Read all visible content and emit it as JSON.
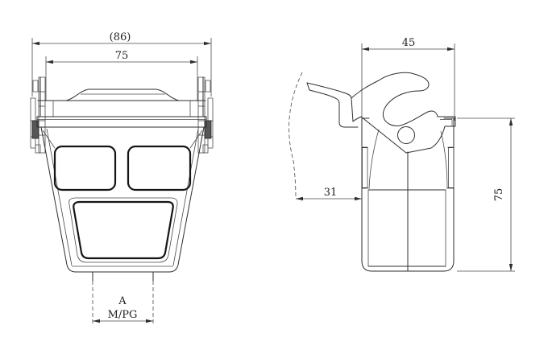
{
  "drawing": {
    "type": "technical-drawing",
    "background": "#ffffff",
    "line_color": "#2e2e2e",
    "pin_fill_color": "#565656",
    "front_view": {
      "dimensions": {
        "overall_width": "(86)",
        "body_width": "75",
        "cable_entry": {
          "line1": "A",
          "line2": "M/PG"
        }
      }
    },
    "side_view": {
      "dimensions": {
        "depth": "45",
        "lever_offset": "31",
        "height": "75"
      }
    }
  }
}
